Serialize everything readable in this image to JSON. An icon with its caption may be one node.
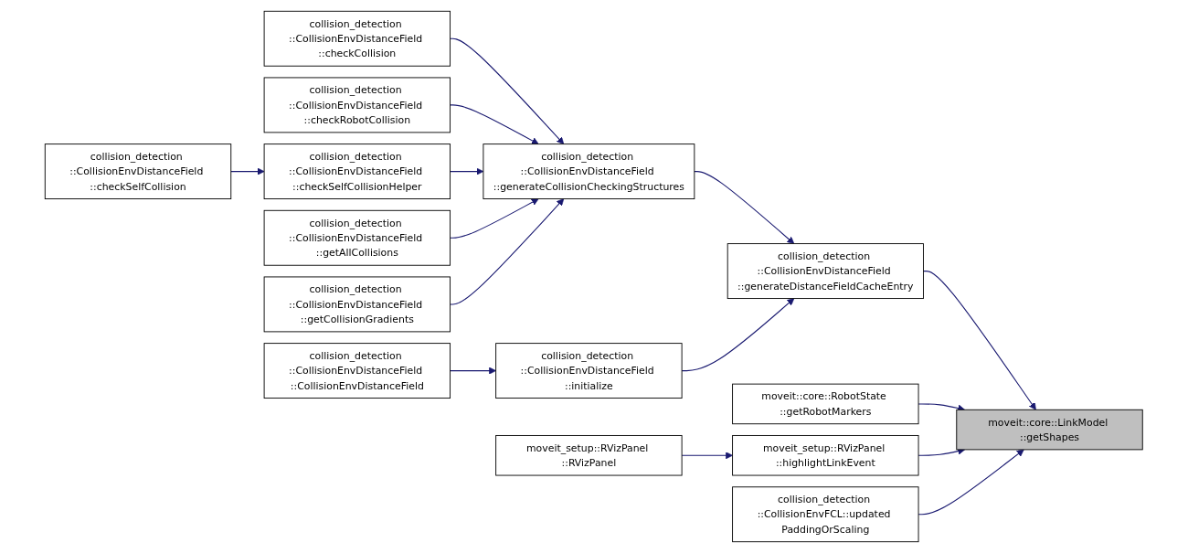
{
  "diagram": {
    "nodes": [
      {
        "text": [
          "collision_detection ::CollisionEnvDistanceField ::checkSelfCollision"
        ]
      },
      {
        "text": [
          "collision_detection ::CollisionEnvDistanceField ::checkCollision"
        ]
      },
      {
        "text": [
          "collision_detection ::CollisionEnvDistanceField ::checkRobotCollision"
        ]
      },
      {
        "text": [
          "collision_detection ::CollisionEnvDistanceField ::checkSelfCollisionHelper"
        ]
      },
      {
        "text": [
          "collision_detection ::CollisionEnvDistanceField ::getAllCollisions"
        ]
      },
      {
        "text": [
          "collision_detection ::CollisionEnvDistanceField ::getCollisionGradients"
        ]
      },
      {
        "text": [
          "collision_detection ::CollisionEnvDistanceField ::CollisionEnvDistanceField"
        ]
      },
      {
        "text": [
          "moveit_setup::RVizPanel ::RVizPanel"
        ]
      },
      {
        "text": [
          "collision_detection ::CollisionEnvDistanceField ::initialize"
        ]
      },
      {
        "text": [
          "collision_detection ::CollisionEnvDistanceField ::generateCollisionCheckingStructures"
        ]
      },
      {
        "text": [
          "collision_detection ::CollisionEnvDistanceField ::generateDistanceFieldCacheEntry"
        ]
      },
      {
        "text": [
          "moveit::core::RobotState ::getRobotMarkers"
        ]
      },
      {
        "text": [
          "moveit_setup::RVizPanel ::highlightLinkEvent"
        ]
      },
      {
        "text": [
          "collision_detection ::CollisionEnvFCL::updated PaddingOrScaling"
        ]
      },
      {
        "text": [
          "moveit::core::LinkModel ::getShapes"
        ]
      }
    ],
    "edges": [
      {
        "from": 0,
        "to": 3,
        "arrow": "to"
      },
      {
        "from": 1,
        "to": 9,
        "arrow": "to"
      },
      {
        "from": 2,
        "to": 9,
        "arrow": "to"
      },
      {
        "from": 3,
        "to": 9,
        "arrow": "to"
      },
      {
        "from": 4,
        "to": 9,
        "arrow": "to"
      },
      {
        "from": 5,
        "to": 9,
        "arrow": "to"
      },
      {
        "from": 9,
        "to": 10,
        "arrow": "to"
      },
      {
        "from": 6,
        "to": 8,
        "arrow": "to"
      },
      {
        "from": 8,
        "to": 10,
        "arrow": "to"
      },
      {
        "from": 10,
        "to": 14,
        "arrow": "to"
      },
      {
        "from": 11,
        "to": 14,
        "arrow": "to"
      },
      {
        "from": 7,
        "to": 12,
        "arrow": "to"
      },
      {
        "from": 12,
        "to": 14,
        "arrow": "to"
      },
      {
        "from": 13,
        "to": 14,
        "arrow": "to"
      }
    ]
  }
}
